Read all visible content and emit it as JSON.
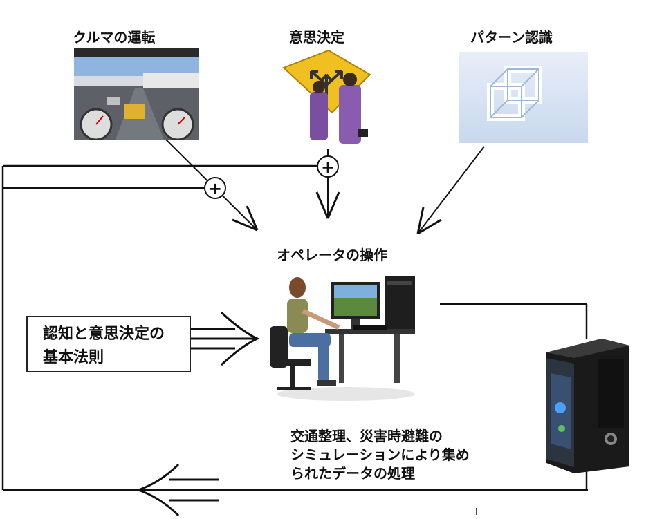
{
  "inputs": {
    "driving": "クルマの運転",
    "decision": "意思決定",
    "pattern": "パターン認識"
  },
  "operator_label": "オペレータの操作",
  "principles_box": [
    "認知と意思決定の",
    "基本法則"
  ],
  "result_text": [
    "交通整理、災害時避難の",
    "シミュレーションにより集め",
    "られたデータの処理"
  ],
  "junction_symbol": "+",
  "colors": {
    "line": "#111111",
    "background": "#ffffff"
  }
}
